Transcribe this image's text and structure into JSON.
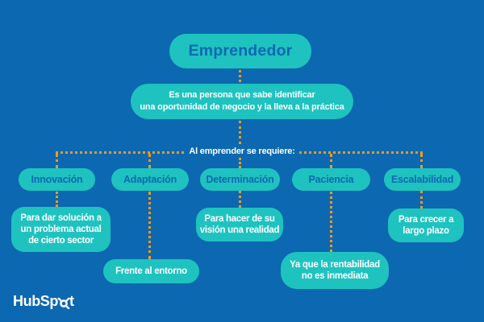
{
  "colors": {
    "background": "#0c68b0",
    "box_teal": "#1ec3c0",
    "connector_orange": "#f6991e",
    "text_dark_blue": "#0d69b2",
    "text_white": "#ffffff"
  },
  "root": {
    "title": "Emprendedor"
  },
  "definition": {
    "lines": [
      "Es una persona que sabe identificar",
      "una oportunidad de negocio y la lleva a la práctica"
    ]
  },
  "requirement_label": "Al emprender se requiere:",
  "branches": [
    {
      "label": "Innovación",
      "detail_lines": [
        "Para dar solución a",
        "un problema actual",
        "de cierto sector"
      ]
    },
    {
      "label": "Adaptación",
      "detail_lines": [
        "Frente al entorno"
      ]
    },
    {
      "label": "Determinación",
      "detail_lines": [
        "Para hacer de su",
        "visión una realidad"
      ]
    },
    {
      "label": "Paciencia",
      "detail_lines": [
        "Ya que la rentabilidad",
        "no es inmediata"
      ]
    },
    {
      "label": "Escalabilidad",
      "detail_lines": [
        "Para crecer a",
        "largo plazo"
      ]
    }
  ],
  "footer": {
    "brand": "HubSpot",
    "logo_part1": "HubSp",
    "logo_part2": "t"
  }
}
